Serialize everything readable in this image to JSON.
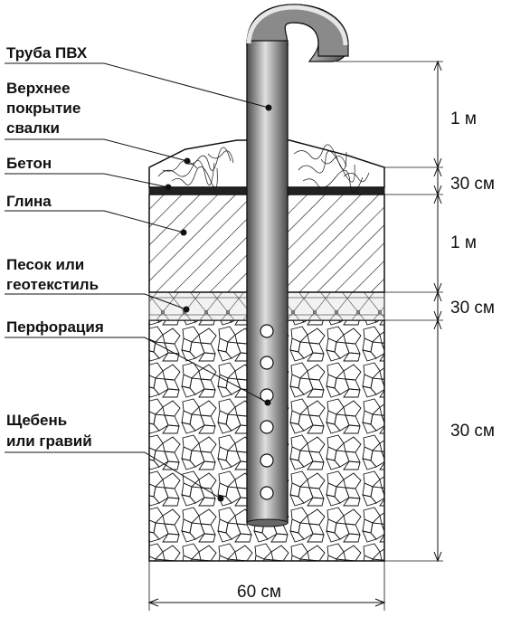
{
  "labels": {
    "pipe": "Труба ПВХ",
    "cover": [
      "Верхнее",
      "покрытие",
      "свалки"
    ],
    "concrete": "Бетон",
    "clay": "Глина",
    "sand": [
      "Песок или",
      "геотекстиль"
    ],
    "perforation": "Перфорация",
    "gravel": [
      "Щебень",
      "или гравий"
    ]
  },
  "dimensions": {
    "top": "1 м",
    "concrete": "30 см",
    "clay": "1 м",
    "sand": "30 см",
    "gravel": "30 см",
    "width": "60 см"
  },
  "colors": {
    "pipe_dark": "#555555",
    "pipe_light": "#d8d8d8",
    "outline": "#111111"
  }
}
